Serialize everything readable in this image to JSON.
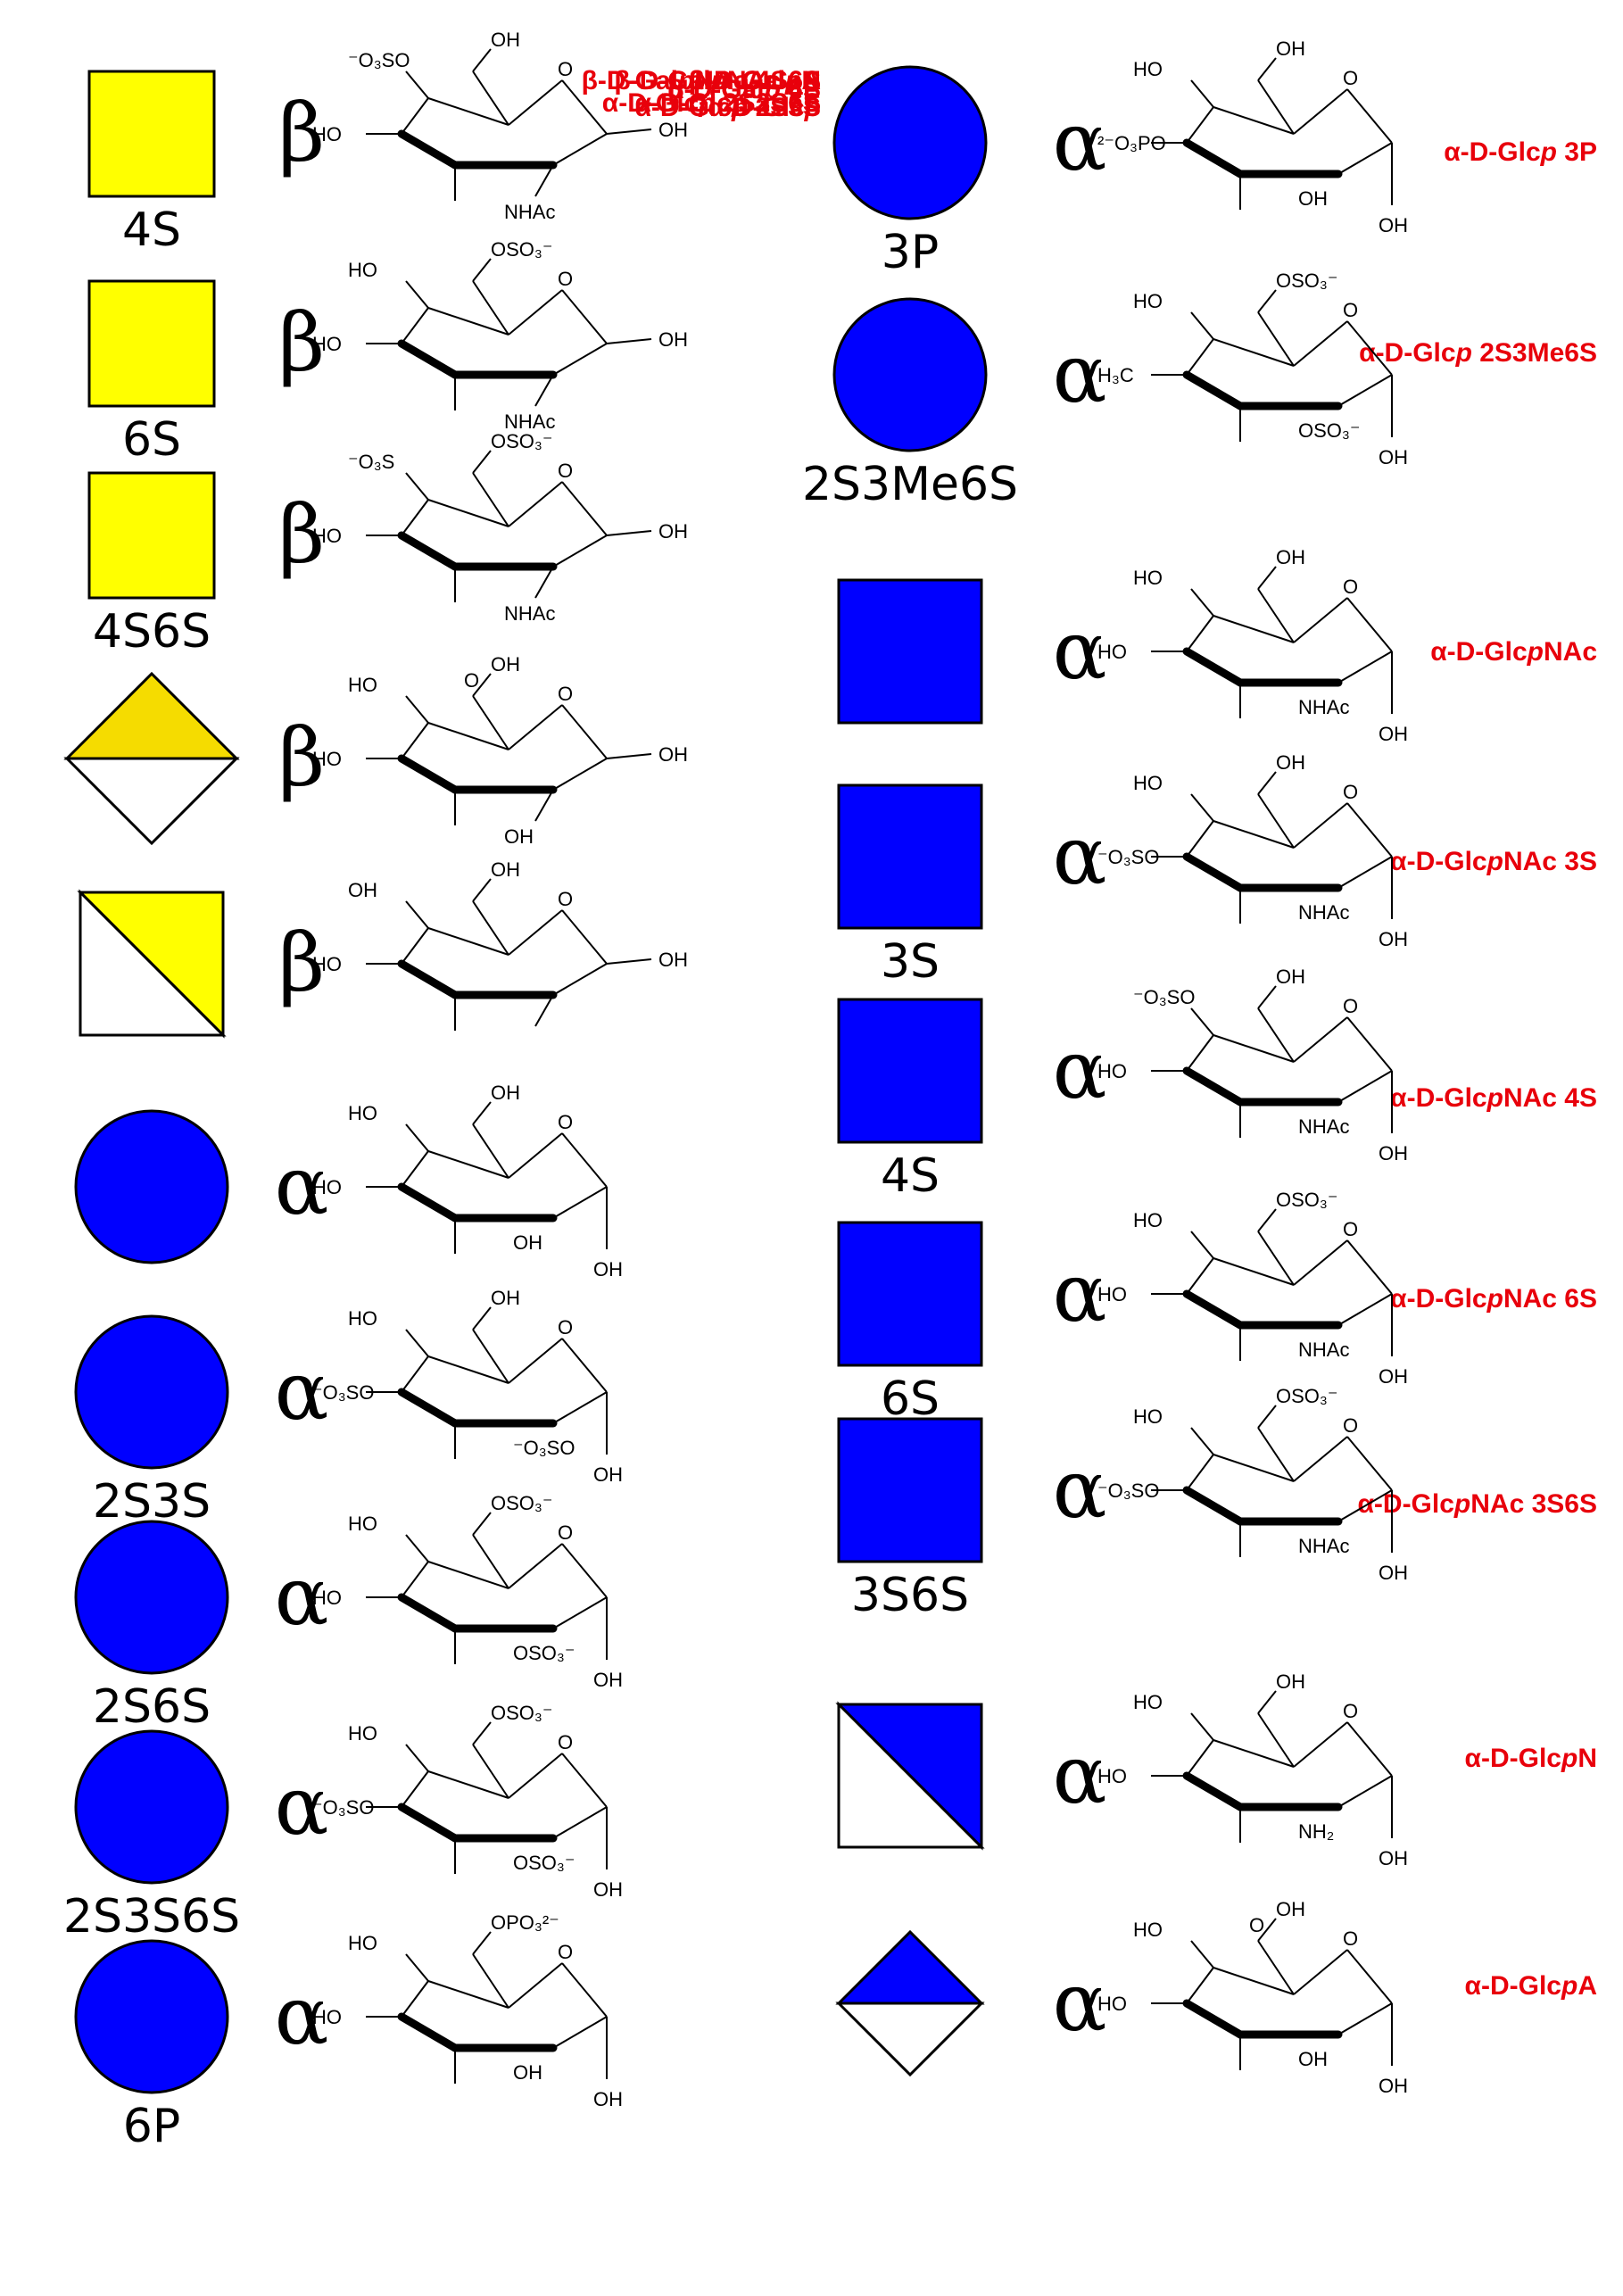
{
  "colors": {
    "yellow": "#ffff00",
    "yellow_shade": "#f5dc00",
    "blue": "#0000ff",
    "white": "#ffffff",
    "title": "#e8000b"
  },
  "left": [
    {
      "shape": "square",
      "color": "#ffff00",
      "label": "4S",
      "anomer": "β",
      "title": [
        "β-D-Gal",
        "p",
        " 4S"
      ],
      "sub": {
        "tl": "⁻O₃SO",
        "top": "OH",
        "lo": "HO",
        "loR": "",
        "bot": "NHAc",
        "botR": "",
        "r": "OH"
      }
    },
    {
      "shape": "square",
      "color": "#ffff00",
      "label": "6S",
      "anomer": "β",
      "title": [
        "β-D-Gal",
        "p",
        "NAc 6S"
      ],
      "sub": {
        "tl": "HO",
        "top": "OSO₃⁻",
        "lo": "HO",
        "loR": "",
        "bot": "NHAc",
        "botR": "",
        "r": "OH"
      }
    },
    {
      "shape": "square",
      "color": "#ffff00",
      "label": "4S6S",
      "anomer": "β",
      "title": [
        "β-D-Gal",
        "p",
        "NAc 4S6S"
      ],
      "sub": {
        "tl": "⁻O₃S",
        "top": "OSO₃⁻",
        "lo": "HO",
        "loR": "",
        "bot": "NHAc",
        "botR": "",
        "r": "OH"
      }
    },
    {
      "shape": "diamond",
      "color": "#f5dc00",
      "label": "",
      "anomer": "β",
      "title": [
        "β-D-Gal",
        "p",
        "A"
      ],
      "sub": {
        "tl": "HO",
        "top": "OH",
        "topC": "O",
        "lo": "HO",
        "loR": "",
        "bot": "OH",
        "botR": "",
        "r": "OH"
      }
    },
    {
      "shape": "halfsquare",
      "color": "#ffff00",
      "label": "",
      "anomer": "β",
      "title": [
        "β-D-Gal",
        "p",
        "N"
      ],
      "sub": {
        "tl": "OH",
        "top": "OH",
        "lo": "HO",
        "loR": "",
        "bot": "",
        "botR": "",
        "r": "OH"
      }
    },
    {
      "shape": "circle",
      "color": "#0000ff",
      "label": "",
      "anomer": "α",
      "title": [
        "α-D-Glc",
        "p",
        ""
      ],
      "sub": {
        "tl": "HO",
        "top": "OH",
        "lo": "HO",
        "loR": "",
        "bot": "OH",
        "botR": "",
        "r": "",
        "down": "OH"
      }
    },
    {
      "shape": "circle",
      "color": "#0000ff",
      "label": "2S3S",
      "anomer": "α",
      "title": [
        "α-D-Glc",
        "p",
        " 2S3S"
      ],
      "sub": {
        "tl": "HO",
        "top": "OH",
        "lo": "⁻O₃SO",
        "loR": "",
        "bot": "⁻O₃SO",
        "botR": "",
        "r": "",
        "down": "OH"
      }
    },
    {
      "shape": "circle",
      "color": "#0000ff",
      "label": "2S6S",
      "anomer": "α",
      "title": [
        "α-D-Glc",
        "p",
        " 2S6S"
      ],
      "sub": {
        "tl": "HO",
        "top": "OSO₃⁻",
        "lo": "HO",
        "loR": "",
        "bot": "OSO₃⁻",
        "botR": "",
        "r": "",
        "down": "OH"
      }
    },
    {
      "shape": "circle",
      "color": "#0000ff",
      "label": "2S3S6S",
      "anomer": "α",
      "title": [
        "α-D-Glc",
        "p",
        " 2S3S6S"
      ],
      "sub": {
        "tl": "HO",
        "top": "OSO₃⁻",
        "lo": "⁻O₃SO",
        "loR": "",
        "bot": "OSO₃⁻",
        "botR": "",
        "r": "",
        "down": "OH"
      }
    },
    {
      "shape": "circle",
      "color": "#0000ff",
      "label": "6P",
      "anomer": "α",
      "title": [
        "α-D-Glc",
        "p",
        " 6P"
      ],
      "sub": {
        "tl": "HO",
        "top": "OPO₃²⁻",
        "lo": "HO",
        "loR": "",
        "bot": "OH",
        "botR": "",
        "r": "",
        "down": "OH"
      }
    }
  ],
  "right": [
    {
      "shape": "circle",
      "color": "#0000ff",
      "label": "3P",
      "anomer": "α",
      "title": [
        "α-D-Glc",
        "p",
        " 3P"
      ],
      "sub": {
        "tl": "HO",
        "top": "OH",
        "lo": "²⁻O₃PO",
        "loR": "",
        "bot": "OH",
        "botR": "",
        "r": "",
        "down": "OH"
      }
    },
    {
      "shape": "circle",
      "color": "#0000ff",
      "label": "2S3Me6S",
      "anomer": "α",
      "title": [
        "α-D-Glc",
        "p",
        " 2S3Me6S"
      ],
      "sub": {
        "tl": "HO",
        "top": "OSO₃⁻",
        "lo": "H₃C",
        "loR": "",
        "bot": "OSO₃⁻",
        "botR": "",
        "r": "",
        "down": "OH"
      }
    },
    {
      "shape": "square",
      "color": "#0000ff",
      "label": "",
      "anomer": "α",
      "title": [
        "α-D-Glc",
        "p",
        "NAc"
      ],
      "sub": {
        "tl": "HO",
        "top": "OH",
        "lo": "HO",
        "loR": "",
        "bot": "NHAc",
        "botR": "",
        "r": "",
        "down": "OH"
      }
    },
    {
      "shape": "square",
      "color": "#0000ff",
      "label": "3S",
      "anomer": "α",
      "title": [
        "α-D-Glc",
        "p",
        "NAc 3S"
      ],
      "sub": {
        "tl": "HO",
        "top": "OH",
        "lo": "⁻O₃SO",
        "loR": "",
        "bot": "NHAc",
        "botR": "",
        "r": "",
        "down": "OH"
      }
    },
    {
      "shape": "square",
      "color": "#0000ff",
      "label": "4S",
      "anomer": "α",
      "title": [
        "α-D-Glc",
        "p",
        "NAc 4S"
      ],
      "sub": {
        "tl": "⁻O₃SO",
        "top": "OH",
        "lo": "HO",
        "loR": "",
        "bot": "NHAc",
        "botR": "",
        "r": "",
        "down": "OH"
      }
    },
    {
      "shape": "square",
      "color": "#0000ff",
      "label": "6S",
      "anomer": "α",
      "title": [
        "α-D-Glc",
        "p",
        "NAc 6S"
      ],
      "sub": {
        "tl": "HO",
        "top": "OSO₃⁻",
        "lo": "HO",
        "loR": "",
        "bot": "NHAc",
        "botR": "",
        "r": "",
        "down": "OH"
      }
    },
    {
      "shape": "square",
      "color": "#0000ff",
      "label": "3S6S",
      "anomer": "α",
      "title": [
        "α-D-Glc",
        "p",
        "NAc 3S6S"
      ],
      "sub": {
        "tl": "HO",
        "top": "OSO₃⁻",
        "lo": "⁻O₃SO",
        "loR": "",
        "bot": "NHAc",
        "botR": "",
        "r": "",
        "down": "OH"
      }
    },
    {
      "shape": "halfsquare",
      "color": "#0000ff",
      "label": "",
      "anomer": "α",
      "title": [
        "α-D-Glc",
        "p",
        "N"
      ],
      "sub": {
        "tl": "HO",
        "top": "OH",
        "lo": "HO",
        "loR": "",
        "bot": "NH₂",
        "botR": "",
        "r": "",
        "down": "OH"
      }
    },
    {
      "shape": "diamond",
      "color": "#0000ff",
      "label": "",
      "anomer": "α",
      "title": [
        "α-D-Glc",
        "p",
        "A"
      ],
      "sub": {
        "tl": "HO",
        "top": "OH",
        "topC": "O",
        "lo": "HO",
        "loR": "",
        "bot": "OH",
        "botR": "",
        "r": "",
        "down": "OH"
      }
    }
  ]
}
